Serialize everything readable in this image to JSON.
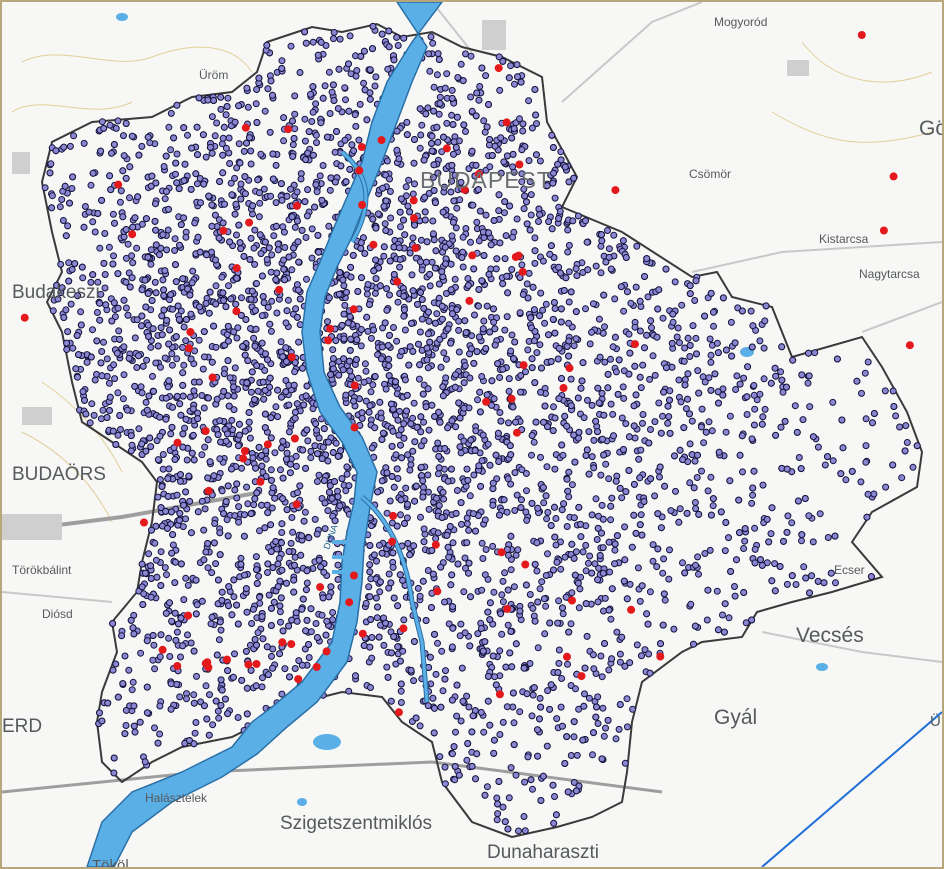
{
  "map": {
    "city_label": "BUDAPEST",
    "river_label": "DUNA",
    "colors": {
      "background": "#f7f7f5",
      "river": "#5ab0e6",
      "river_edge": "#2a6fa6",
      "boundary": "#3a3a3a",
      "point_fill": "#8b87d3",
      "point_stroke": "#14143c",
      "highlight_point": "#e3191b",
      "roads": "#c8c8c8",
      "highway": "#9e9e9e",
      "rail": "#1f6fd6",
      "contour": "#e2cf9a"
    },
    "places": {
      "mogyorod": "Mogyoród",
      "urom": "Üröm",
      "god": "Gö",
      "csomor": "Csömör",
      "kistarcsa": "Kistarcsa",
      "nagytarcsa": "Nagytarcsa",
      "budakeszi": "Budakeszi",
      "budaors": "BUDAÖRS",
      "torokbalint": "Törökbálint",
      "diosd": "Diósd",
      "ecser": "Ecser",
      "vecses": "Vecsés",
      "erd": "ERD",
      "gyal": "Gyál",
      "u": "Ü",
      "halasztelek": "Halásztelek",
      "szigetszentmiklos": "Szigetszentmiklós",
      "dunaharaszti": "Dunaharaszti",
      "tokol": "Tököl"
    }
  }
}
